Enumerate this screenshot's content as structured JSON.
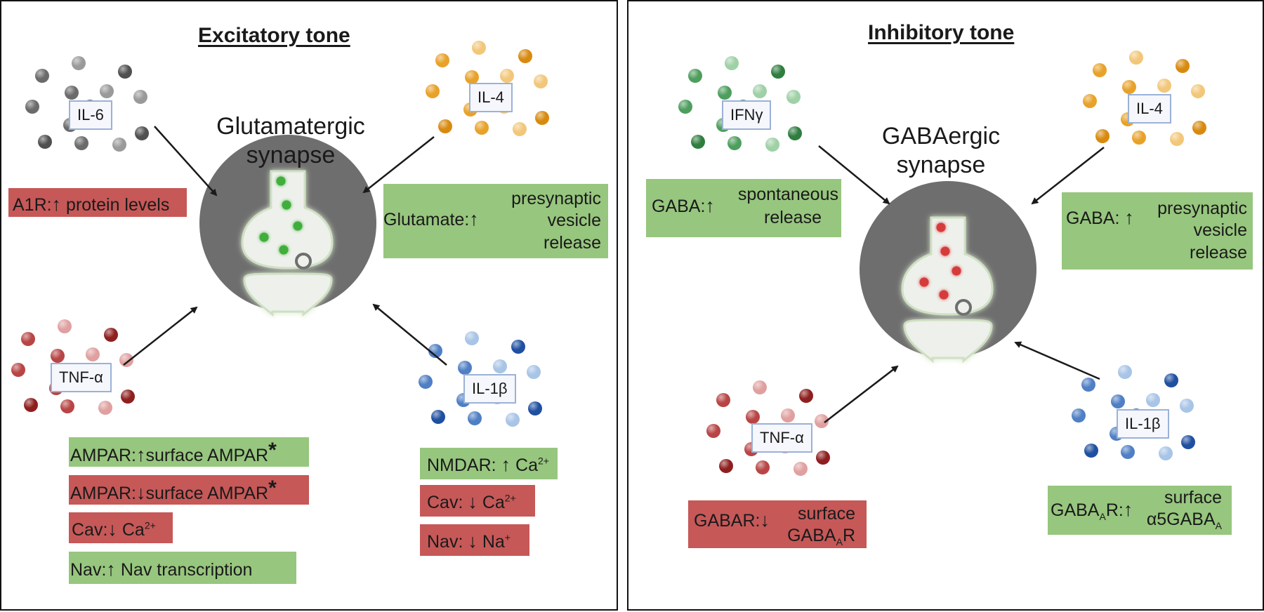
{
  "left": {
    "title": "Excitatory tone",
    "synapse": {
      "line1": "Glutamatergic",
      "line2": "synapse",
      "vesicle_color": "#3fae3a"
    },
    "cytokines": {
      "il6": "IL-6",
      "il4": "IL-4",
      "tnf": "TNF-α",
      "il1b": "IL-1β"
    },
    "boxes": {
      "a1r": {
        "prefix": "A1R:",
        "arrow": "↑",
        "text": "protein levels"
      },
      "glutamate": {
        "prefix": "Glutamate:",
        "arrow": "↑",
        "line1": "presynaptic",
        "line2": "vesicle",
        "line3": "release"
      },
      "ampar_up": {
        "prefix": "AMPAR:",
        "arrow": "↑",
        "text": "surface AMPAR",
        "star": "*"
      },
      "ampar_down": {
        "prefix": "AMPAR:",
        "arrow": "↓",
        "text": "surface AMPAR",
        "star": "*"
      },
      "cav": {
        "prefix": "Cav:",
        "arrow": "↓",
        "text": "Ca",
        "sup": "2+"
      },
      "nav": {
        "prefix": "Nav:",
        "arrow": "↑",
        "text": "Nav transcription"
      },
      "nmdar": {
        "prefix": "NMDAR:",
        "arrow": "↑",
        "text": "Ca",
        "sup": "2+"
      },
      "cav2": {
        "prefix": "Cav:",
        "arrow": "↓",
        "text": "Ca",
        "sup": "2+"
      },
      "nav2": {
        "prefix": "Nav:",
        "arrow": "↓",
        "text": "Na",
        "sup": "+"
      }
    }
  },
  "right": {
    "title": "Inhibitory tone",
    "synapse": {
      "line1": "GABAergic",
      "line2": "synapse",
      "vesicle_color": "#d63a3a"
    },
    "cytokines": {
      "ifng": "IFNγ",
      "il4": "IL-4",
      "tnf": "TNF-α",
      "il1b": "IL-1β"
    },
    "boxes": {
      "gaba_spont": {
        "prefix": "GABA:",
        "arrow": "↑",
        "line1": "spontaneous",
        "line2": "release"
      },
      "gaba_vesicle": {
        "prefix": "GABA:",
        "arrow": "↑",
        "line1": "presynaptic",
        "line2": "vesicle",
        "line3": "release"
      },
      "gabar": {
        "prefix": "GABAR:",
        "arrow": "↓",
        "line1": "surface",
        "line2a": "GABA",
        "line2sub": "A",
        "line2b": "R"
      },
      "gabaar": {
        "prefix_a": "GABA",
        "prefix_sub": "A",
        "prefix_b": "R:",
        "arrow": "↑",
        "line1": "surface",
        "line2a": "α5GABA",
        "line2sub": "A"
      }
    }
  },
  "colors": {
    "il6": [
      "#6b6b6b",
      "#9a9a9a",
      "#505050"
    ],
    "il4": [
      "#e8a22a",
      "#f2c77a",
      "#d88a10"
    ],
    "tnf": [
      "#b84545",
      "#e0a0a0",
      "#8e1f1f"
    ],
    "il1b": [
      "#4f7fc4",
      "#a8c4e6",
      "#1f4fa0"
    ],
    "ifng": [
      "#4e9e5e",
      "#9fd0a6",
      "#2f7d3f"
    ],
    "green_box": "#97c67e",
    "red_box": "#c65858"
  }
}
